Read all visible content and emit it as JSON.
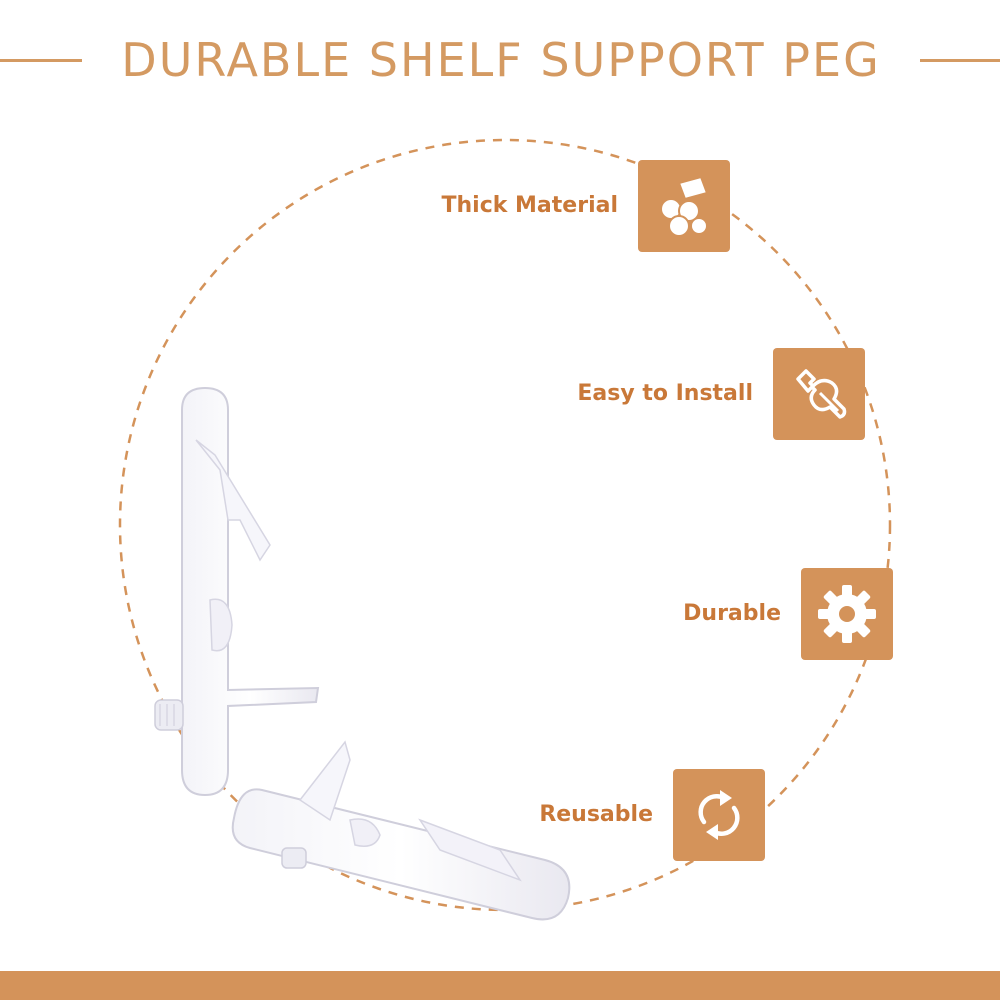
{
  "title": "DURABLE SHELF SUPPORT PEG",
  "colors": {
    "accent": "#d4935a",
    "title_color": "#d49a62",
    "label_color": "#c97838",
    "icon_fill": "#ffffff"
  },
  "features": [
    {
      "label": "Thick Material",
      "icon": "material-rolls-icon"
    },
    {
      "label": "Easy to Install",
      "icon": "wrench-icon"
    },
    {
      "label": "Durable",
      "icon": "gear-icon"
    },
    {
      "label": "Reusable",
      "icon": "recycle-arrows-icon"
    }
  ],
  "product_image": "clear-shelf-support-pegs"
}
